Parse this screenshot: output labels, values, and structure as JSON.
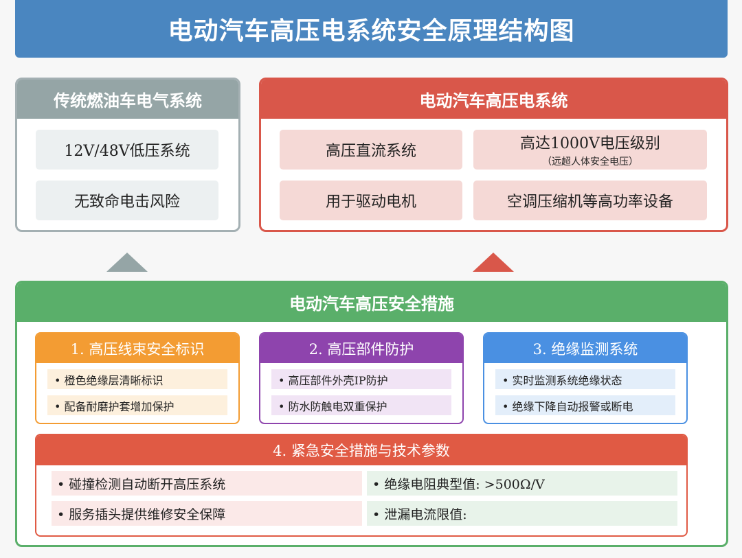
{
  "title": "电动汽车高压电系统安全原理结构图",
  "traditional": {
    "header": "传统燃油车电气系统",
    "items": [
      "12V/48V低压系统",
      "无致命电击风险"
    ]
  },
  "ev": {
    "header": "电动汽车高压电系统",
    "items": [
      {
        "label": "高压直流系统"
      },
      {
        "label": "高达1000V电压级别",
        "sub": "（远超人体安全电压）"
      },
      {
        "label": "用于驱动电机"
      },
      {
        "label": "空调压缩机等高功率设备"
      }
    ]
  },
  "safety": {
    "header": "电动汽车高压安全措施",
    "groups": [
      {
        "title": "1. 高压线束安全标识",
        "items": [
          "• 橙色绝缘层清晰标识",
          "• 配备耐磨护套增加保护"
        ]
      },
      {
        "title": "2. 高压部件防护",
        "items": [
          "• 高压部件外壳IP防护",
          "• 防水防触电双重保护"
        ]
      },
      {
        "title": "3. 绝缘监测系统",
        "items": [
          "• 实时监测系统绝缘状态",
          "• 绝缘下降自动报警或断电"
        ]
      }
    ],
    "emergency": {
      "title": "4. 紧急安全措施与技术参数",
      "left": [
        "• 碰撞检测自动断开高压系统",
        "• 服务插头提供维修安全保障"
      ],
      "right": [
        "• 绝缘电阻典型值: >500Ω/V",
        "• 泄漏电流限值:"
      ]
    }
  },
  "colors": {
    "title": "#4a86c0",
    "gray": "#95a5a6",
    "red": "#d9574a",
    "green": "#5aaf6a",
    "orange": "#f39c33",
    "purple": "#8e44ad",
    "blue": "#4a90e2"
  }
}
